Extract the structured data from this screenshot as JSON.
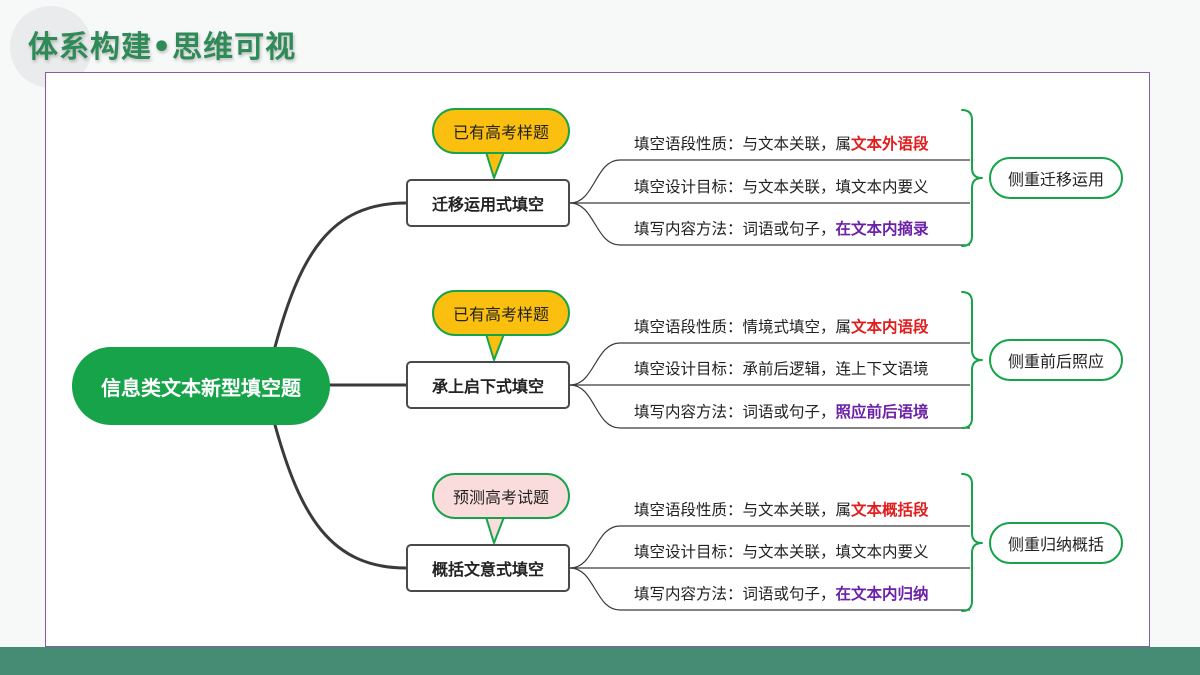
{
  "page": {
    "title": "体系构建•思维可视"
  },
  "center": {
    "label": "信息类文本新型填空题"
  },
  "colors": {
    "accent_green": "#16a34a",
    "title_green": "#2e8b57",
    "highlight_red": "#e11d1d",
    "highlight_purple": "#6b21a8",
    "footer": "#468c75",
    "tag_yellow": "#fbbf0f",
    "tag_pink": "#fadcdc"
  },
  "branches": [
    {
      "label": "迁移运用式填空",
      "tag": "已有高考样题",
      "summary": "侧重迁移运用",
      "leaves": [
        {
          "text": "填空语段性质：与文本关联，属",
          "highlight": "文本外语段"
        },
        {
          "text": "填空设计目标：与文本关联，填文本内要义",
          "highlight": ""
        },
        {
          "text": "填写内容方法：词语或句子，",
          "highlight": "在文本内摘录"
        }
      ]
    },
    {
      "label": "承上启下式填空",
      "tag": "已有高考样题",
      "summary": "侧重前后照应",
      "leaves": [
        {
          "text": "填空语段性质：情境式填空，属",
          "highlight": "文本内语段"
        },
        {
          "text": "填空设计目标：承前后逻辑，连上下文语境",
          "highlight": ""
        },
        {
          "text": "填写内容方法：词语或句子，",
          "highlight": "照应前后语境"
        }
      ]
    },
    {
      "label": "概括文意式填空",
      "tag": "预测高考试题",
      "summary": "侧重归纳概括",
      "leaves": [
        {
          "text": "填空语段性质：与文本关联，属",
          "highlight": "文本概括段"
        },
        {
          "text": "填空设计目标：与文本关联，填文本内要义",
          "highlight": ""
        },
        {
          "text": "填写内容方法：词语或句子，",
          "highlight": "在文本内归纳"
        }
      ]
    }
  ]
}
